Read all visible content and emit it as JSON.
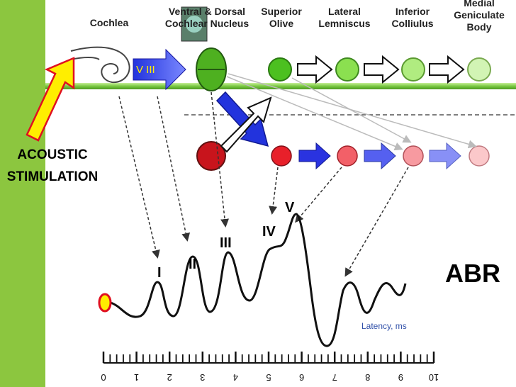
{
  "headers": {
    "cochlea": "Cochlea",
    "nucleus": "Ventral & Dorsal\nCochlear Nucleus",
    "olive": "Superior\nOlive",
    "lemniscus": "Lateral\nLemniscus",
    "colliculus": "Inferior\nColliulus",
    "geniculate": "Medial\nGeniculate\nBody"
  },
  "nerve_label": "V III",
  "stimulus_label": "ACOUSTIC\nSTIMULATION",
  "waves": [
    "I",
    "II",
    "III",
    "IV",
    "V"
  ],
  "abr_label": "ABR",
  "latency_label": "Latency, ms",
  "ticks": [
    "0",
    "1",
    "2",
    "3",
    "4",
    "5",
    "6",
    "7",
    "8",
    "9",
    "10"
  ],
  "colors": {
    "sidebar": "#8cc63f",
    "green_band": "#7ac943",
    "red_node": "#e8202a",
    "blue_arrow": "#2233dd",
    "stimulus_arrow": "#ffee00"
  }
}
